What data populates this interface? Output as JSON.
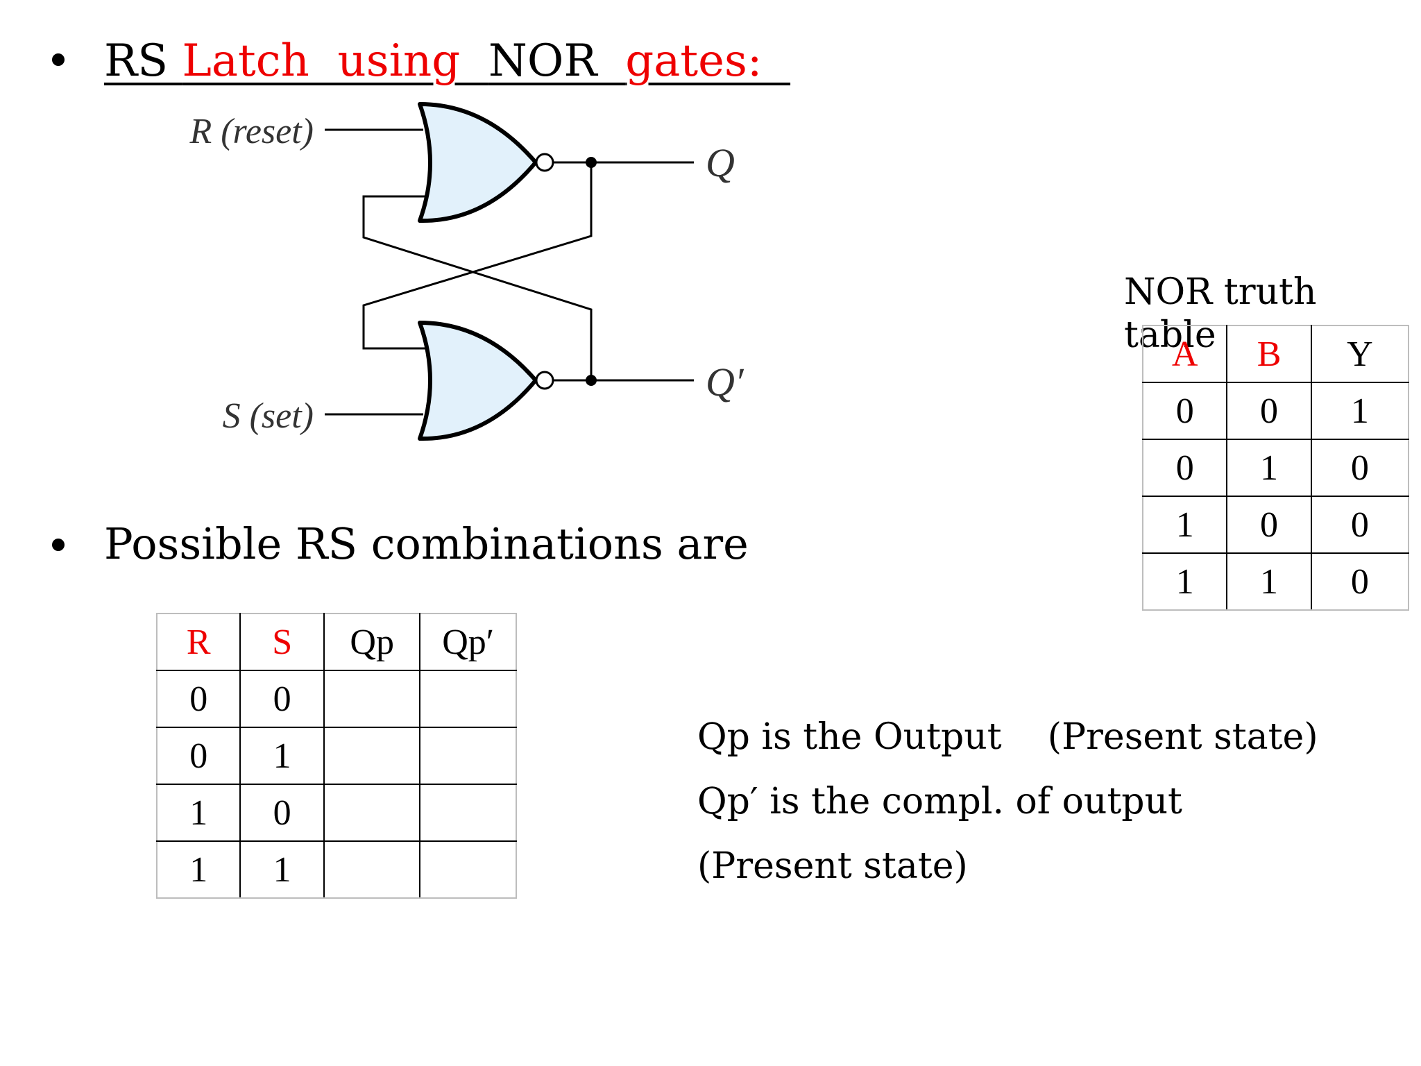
{
  "title": {
    "part1": "RS ",
    "part2": "Latch  using  ",
    "part3": "NOR  ",
    "part4": "gates:  "
  },
  "circuit": {
    "r_label": "R (reset)",
    "s_label": "S (set)",
    "q_label": "Q",
    "qbar_label": "Q′",
    "gate_fill": "#e2f1fb"
  },
  "subtitle": "Possible RS combinations are",
  "rs_table": {
    "headers": [
      "R",
      "S",
      "Qp",
      "Qp′"
    ],
    "rows": [
      [
        "0",
        "0",
        "",
        ""
      ],
      [
        "0",
        "1",
        "",
        ""
      ],
      [
        "1",
        "0",
        "",
        ""
      ],
      [
        "1",
        "1",
        "",
        ""
      ]
    ]
  },
  "nor_table": {
    "caption": "NOR truth table",
    "headers": [
      "A",
      "B",
      "Y"
    ],
    "rows": [
      [
        "0",
        "0",
        "1"
      ],
      [
        "0",
        "1",
        "0"
      ],
      [
        "1",
        "0",
        "0"
      ],
      [
        "1",
        "1",
        "0"
      ]
    ]
  },
  "notes": {
    "line1": "Qp is the Output    (Present state)",
    "line2": "Qp′ is the compl. of output",
    "line3": "(Present state)"
  },
  "colors": {
    "accent_red": "#ee0000",
    "gate_fill": "#e2f1fb"
  }
}
